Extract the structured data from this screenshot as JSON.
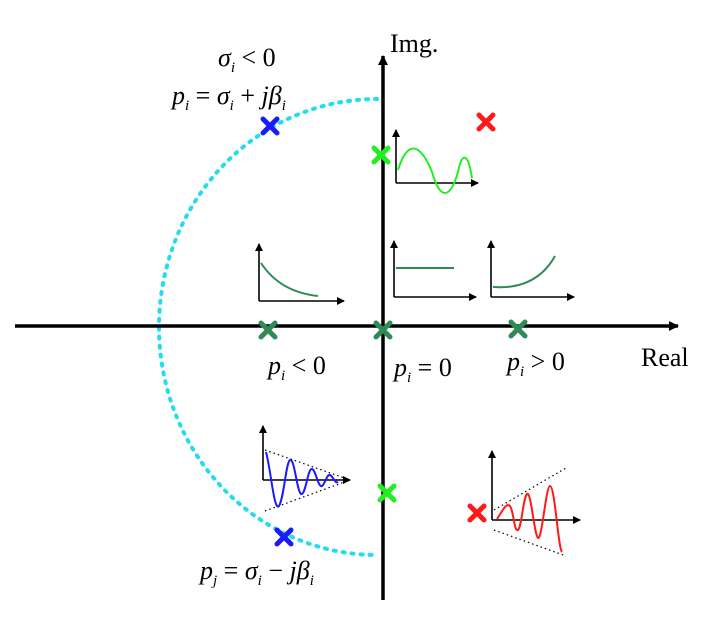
{
  "axes": {
    "real_label": "Real",
    "imag_label": "Img."
  },
  "labels": {
    "top_condition": {
      "sym": "σ",
      "sub": "i",
      "rest": " < 0"
    },
    "top_pole": {
      "p": "p",
      "psub": "i",
      "eq": " = ",
      "s": "σ",
      "ssub": "i",
      "op": " + ",
      "j": "j",
      "b": "β",
      "bsub": "i"
    },
    "bottom_pole": {
      "p": "p",
      "psub": "j",
      "eq": " = ",
      "s": "σ",
      "ssub": "i",
      "op": " − ",
      "j": "j",
      "b": "β",
      "bsub": "i"
    },
    "neg": {
      "p": "p",
      "sub": "i",
      "rest": " < 0"
    },
    "zero": {
      "p": "p",
      "sub": "i",
      "rest": " = 0"
    },
    "pos": {
      "p": "p",
      "sub": "i",
      "rest": " > 0"
    }
  },
  "colors": {
    "blue": "#1a1aff",
    "red": "#ff1a1a",
    "green": "#22ee22",
    "teal": "#2e8b57",
    "cyan": "#22ddee",
    "axis": "#000000"
  },
  "markers": [
    {
      "name": "pole-marker-upper-left",
      "color": "blue"
    },
    {
      "name": "pole-marker-lower-left",
      "color": "blue"
    },
    {
      "name": "pole-marker-upper-right",
      "color": "red"
    },
    {
      "name": "pole-marker-lower-right",
      "color": "red"
    },
    {
      "name": "pole-marker-imag-upper",
      "color": "green"
    },
    {
      "name": "pole-marker-imag-lower",
      "color": "green"
    },
    {
      "name": "pole-marker-real-negative",
      "color": "teal"
    },
    {
      "name": "pole-marker-origin",
      "color": "teal"
    },
    {
      "name": "pole-marker-real-positive",
      "color": "teal"
    }
  ]
}
